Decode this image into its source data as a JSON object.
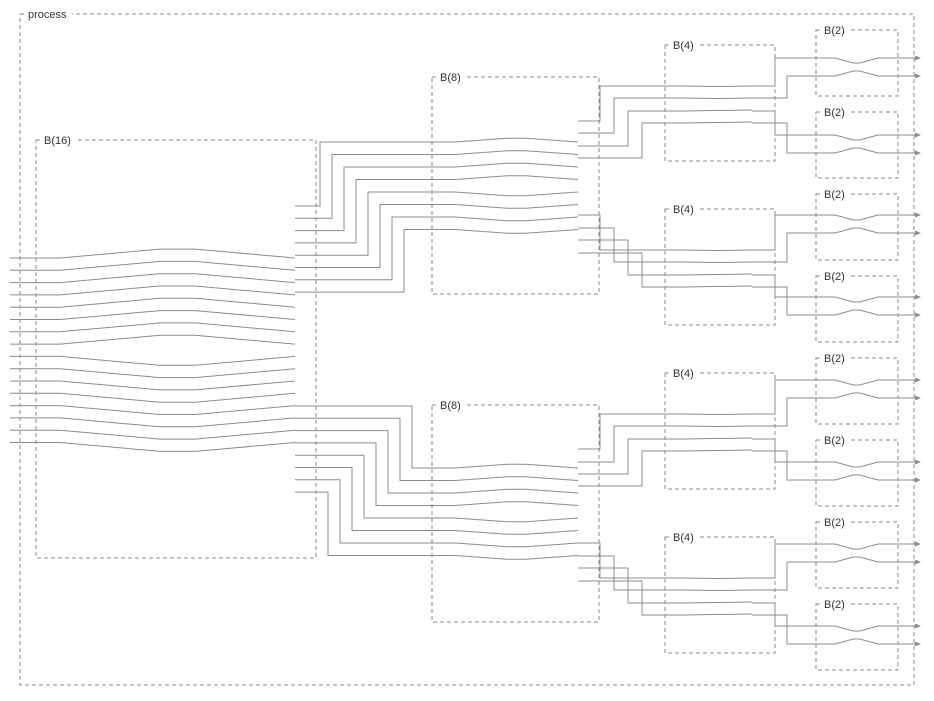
{
  "title": "process",
  "blocks": {
    "b16": "B(16)",
    "b8": [
      "B(8)",
      "B(8)"
    ],
    "b4": [
      "B(4)",
      "B(4)",
      "B(4)",
      "B(4)"
    ],
    "b2": [
      "B(2)",
      "B(2)",
      "B(2)",
      "B(2)",
      "B(2)",
      "B(2)",
      "B(2)",
      "B(2)"
    ]
  },
  "colors": {
    "wire": "#8c8c8c",
    "box": "#8a8a8a"
  }
}
